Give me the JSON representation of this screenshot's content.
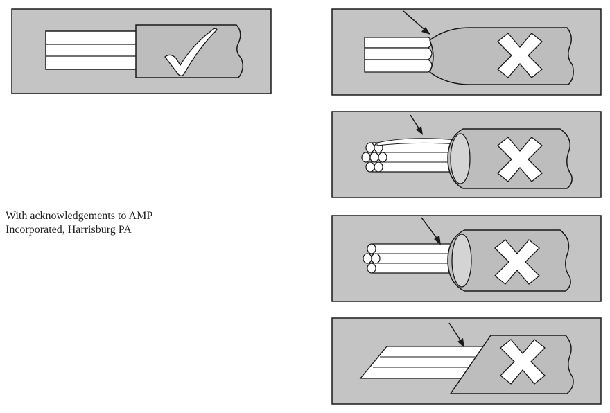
{
  "credit": {
    "line1": "With acknowledgements to AMP",
    "line2": "Incorporated, Harrisburg PA"
  },
  "colors": {
    "panel_bg": "#c4c4c4",
    "insulation": "#bdbdbd",
    "conductor": "#ffffff",
    "outline": "#1a1a1a"
  },
  "panels": [
    {
      "id": "correct-strip",
      "verdict": "check-icon"
    },
    {
      "id": "nicked-insulation",
      "verdict": "cross-icon"
    },
    {
      "id": "frayed-insulation",
      "verdict": "cross-icon"
    },
    {
      "id": "insulation-fragment",
      "verdict": "cross-icon"
    },
    {
      "id": "angled-cut",
      "verdict": "cross-icon"
    }
  ]
}
